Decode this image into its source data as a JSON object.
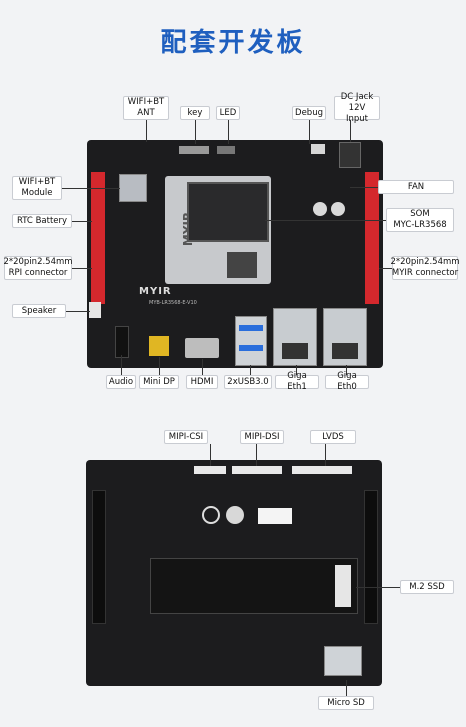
{
  "title": "配套开发板",
  "colors": {
    "title": "#1f5fbf",
    "board": "#1c1c1e",
    "header": "#d4282d"
  },
  "front": {
    "logo": "MYIR",
    "model_text": "MYB-LR3568-E-V10",
    "labels": {
      "wifi_ant": "WIFI+BT\nANT",
      "key": "key",
      "led": "LED",
      "debug": "Debug",
      "dc_jack": "DC Jack\n12V Input",
      "wifi_module": "WIFI+BT\nModule",
      "fan": "FAN",
      "rtc_battery": "RTC Battery",
      "som": "SOM\nMYC-LR3568",
      "rpi_connector": "2*20pin2.54mm\nRPI connector",
      "myir_connector": "2*20pin2.54mm\nMYIR connector",
      "speaker": "Speaker",
      "audio": "Audio",
      "mini_dp": "Mini DP",
      "hdmi": "HDMI",
      "usb30": "2xUSB3.0",
      "giga_eth1": "Giga Eth1",
      "giga_eth0": "Giga Eth0"
    }
  },
  "back": {
    "labels": {
      "mipi_csi": "MIPI-CSI",
      "mipi_dsi": "MIPI-DSI",
      "lvds": "LVDS",
      "m2_ssd": "M.2 SSD",
      "micro_sd": "Micro SD"
    }
  }
}
